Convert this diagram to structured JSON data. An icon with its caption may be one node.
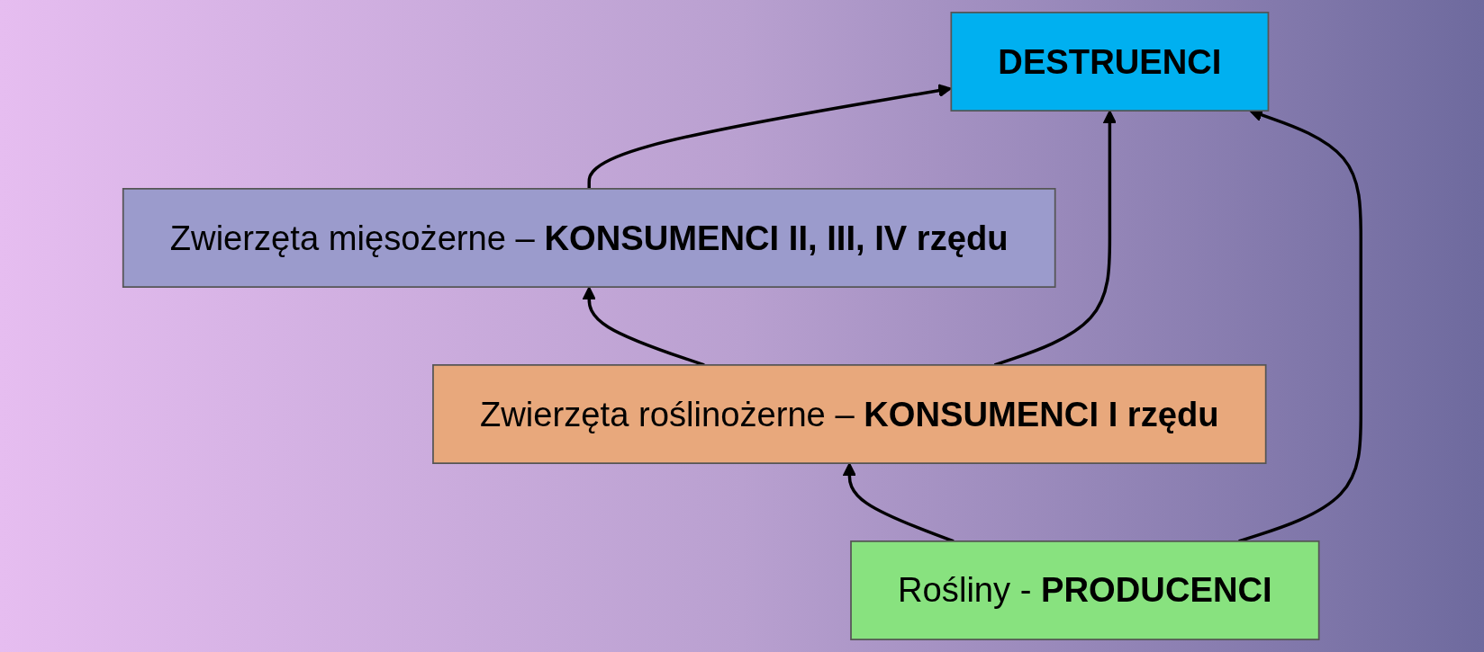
{
  "diagram": {
    "nodes": [
      {
        "text": [
          "Zwierzęta mięsożerne – **KONSUMENCI II, III, IV rzędu**"
        ]
      },
      {
        "text": [
          "Zwierzęta roślinożerne – **KONSUMENCI I rzędu**"
        ]
      },
      {
        "text": [
          "Rośliny  -  **PRODUCENCI**"
        ]
      },
      {
        "text": [
          "**DESTRUENCI**"
        ]
      }
    ],
    "edges": [
      {
        "from": 2,
        "to": 1,
        "arrow": "to"
      },
      {
        "from": 1,
        "to": 0,
        "arrow": "to"
      },
      {
        "from": 0,
        "to": 3,
        "arrow": "to"
      },
      {
        "from": 1,
        "to": 3,
        "arrow": "to"
      },
      {
        "from": 2,
        "to": 3,
        "arrow": "to"
      }
    ]
  }
}
